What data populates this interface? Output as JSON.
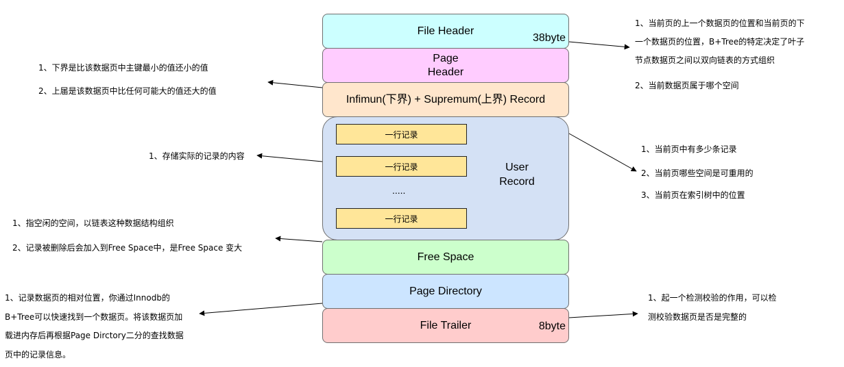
{
  "blocks": {
    "file_header": "File Header",
    "file_header_size": "38byte",
    "page_header": "Page\nHeader",
    "infimum_supremum": "Infimun(下界) + Supremum(上界) Record",
    "user_record": "User\nRecord",
    "row_record": "一行记录",
    "ellipsis": ".....",
    "free_space": "Free Space",
    "page_directory": "Page Directory",
    "file_trailer": "File Trailer",
    "file_trailer_size": "8byte"
  },
  "notes": {
    "file_header": [
      "1、当前页的上一个数据页的位置和当前页的下",
      "一个数据页的位置，B+Tree的特定决定了叶子",
      "节点数据页之间以双向链表的方式组织",
      "2、当前数据页属于哪个空间"
    ],
    "infimum": [
      "1、下界是比该数据页中主键最小的值还小的值",
      "2、上届是该数据页中比任何可能大的值还大的值"
    ],
    "user_record": [
      "1、存储实际的记录的内容"
    ],
    "page_header": [
      "1、当前页中有多少条记录",
      "2、当前页哪些空间是可重用的",
      "3、当前页在索引树中的位置"
    ],
    "free_space": [
      "1、指空闲的空间，以链表这种数据结构组织",
      "2、记录被删除后会加入到Free Space中，是Free Space 变大"
    ],
    "page_directory": [
      "1、记录数据页的相对位置，你通过Innodb的",
      "B+Tree可以快速找到一个数据页。将该数据页加",
      "载进内存后再根据Page Dirctory二分的查找数据",
      "页中的记录信息。"
    ],
    "file_trailer": [
      "1、起一个检测校验的作用，可以检",
      "测校验数据页是否是完整的"
    ]
  },
  "colors": {
    "file_header": "#ccffff",
    "page_header": "#ffccff",
    "infimum_supremum": "#ffe6cc",
    "user_record": "#d4e1f5",
    "row_record": "#ffe699",
    "free_space": "#ccffcc",
    "page_directory": "#cce5ff",
    "file_trailer": "#ffcccc"
  }
}
